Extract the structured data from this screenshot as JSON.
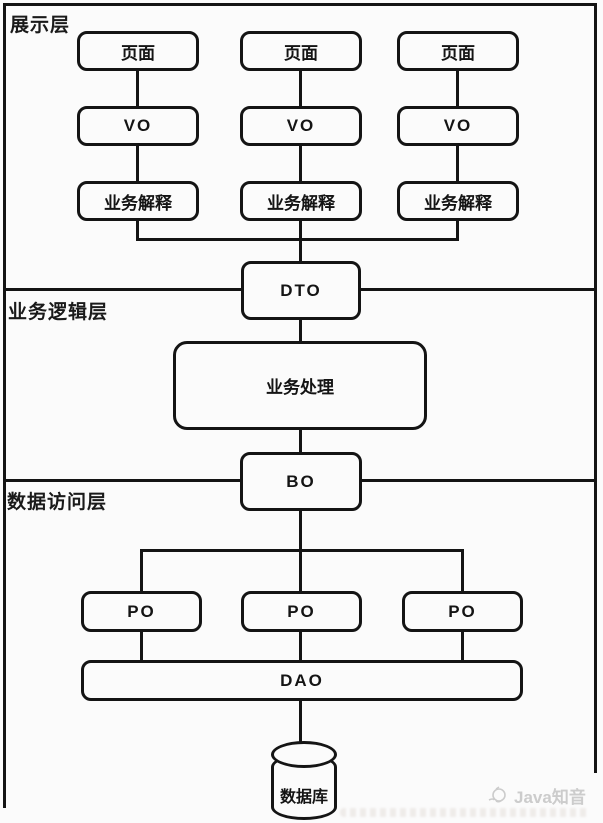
{
  "layers": [
    {
      "label": "展示层"
    },
    {
      "label": "业务逻辑层"
    },
    {
      "label": "数据访问层"
    }
  ],
  "presentation": {
    "columns": [
      {
        "page": "页面",
        "vo": "VO",
        "explain": "业务解释"
      },
      {
        "page": "页面",
        "vo": "VO",
        "explain": "业务解释"
      },
      {
        "page": "页面",
        "vo": "VO",
        "explain": "业务解释"
      }
    ],
    "dto": "DTO"
  },
  "business": {
    "process": "业务处理",
    "bo": "BO"
  },
  "data_access": {
    "po": [
      "PO",
      "PO",
      "PO"
    ],
    "dao": "DAO",
    "database": "数据库"
  },
  "watermark": {
    "brand": "Java知音"
  },
  "colors": {
    "line": "#141414",
    "background": "#fbfbfb",
    "watermark_gray": "#cccccc"
  }
}
